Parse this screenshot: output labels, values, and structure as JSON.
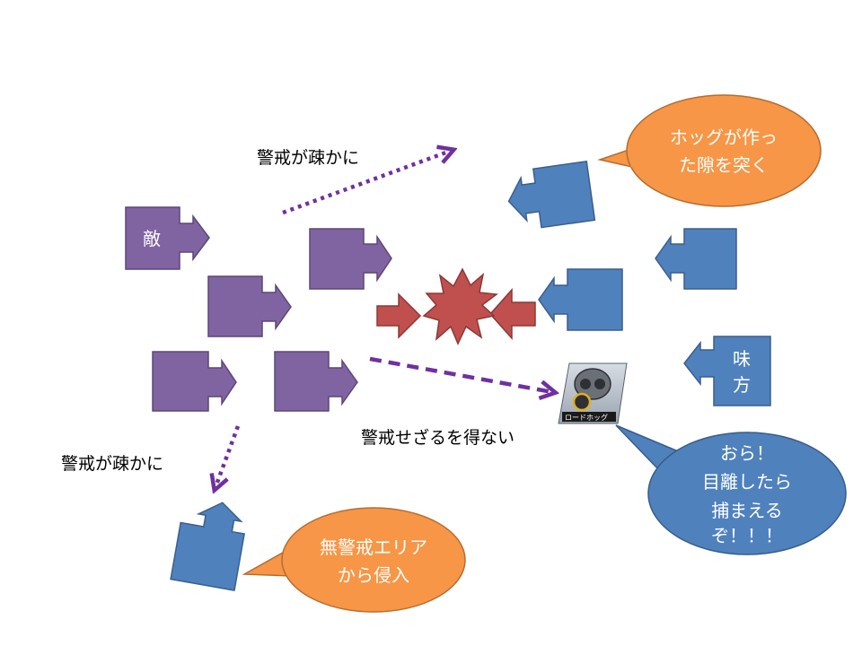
{
  "labels": {
    "enemy": "敵",
    "ally": [
      "味",
      "方"
    ],
    "alert_top": "警戒が疎かに",
    "alert_left": "警戒が疎かに",
    "alert_center": "警戒せざるを得ない"
  },
  "bubbles": {
    "top_right": [
      "ホッグが作っ",
      "た隙を突く"
    ],
    "bottom_right": [
      "おら！",
      "目離したら",
      "捕まえる",
      "ぞ！！！"
    ],
    "bottom_left": [
      "無警戒エリア",
      "から侵入"
    ]
  },
  "hero": {
    "name_tag": "ロードホッグ",
    "icon": "roadhog-portrait-icon"
  },
  "colors": {
    "enemy_purple": "#8064A2",
    "ally_blue": "#4F81BD",
    "clash_red": "#C0504D",
    "bubble_orange": "#F79646",
    "bubble_blue": "#4F81BD",
    "arrow_purple": "#7030A0"
  }
}
